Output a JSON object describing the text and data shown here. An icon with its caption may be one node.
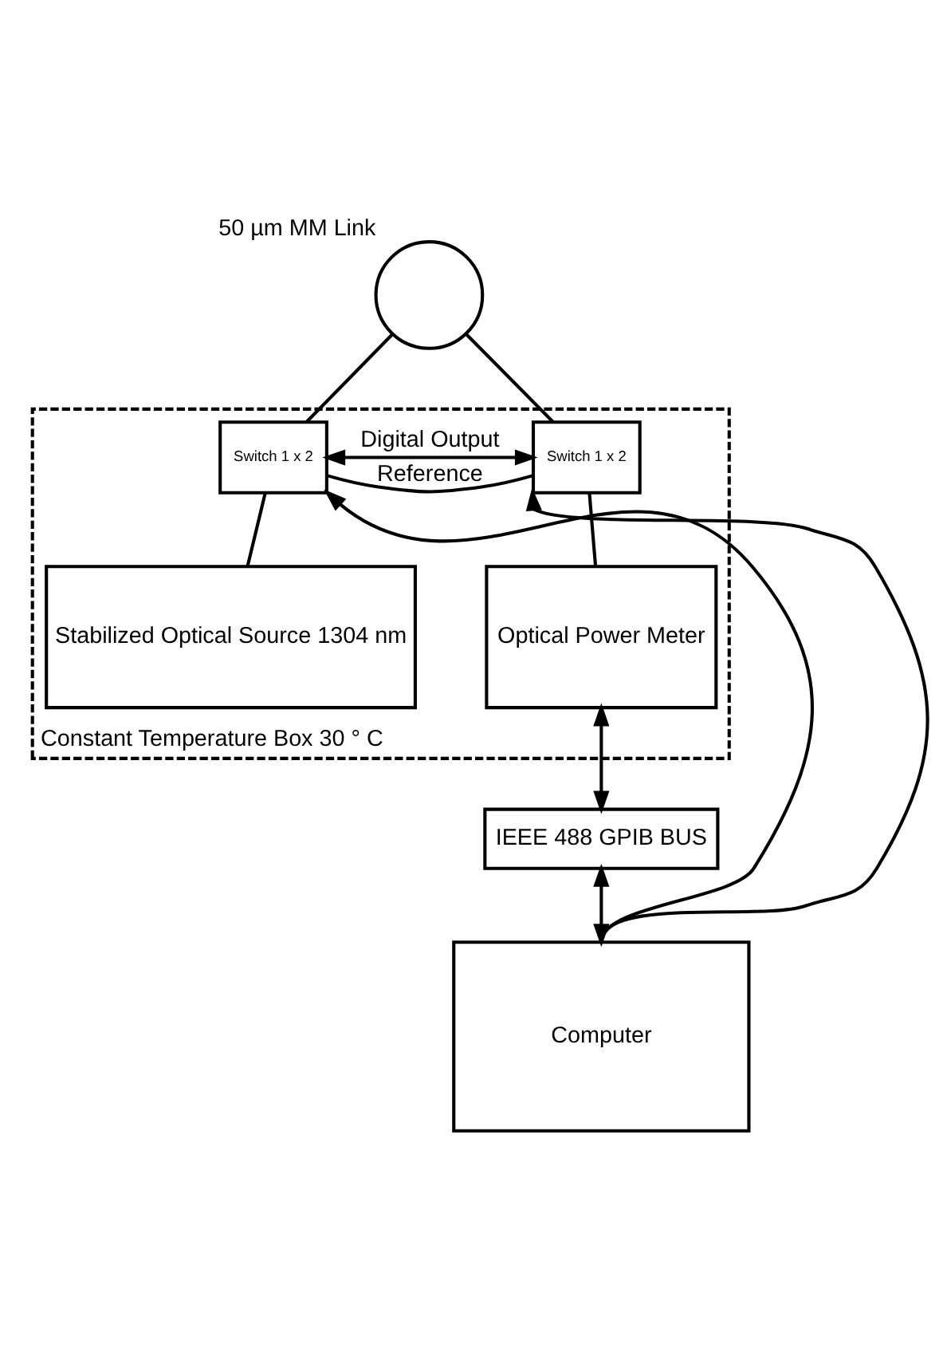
{
  "diagram": {
    "nodes": [
      {
        "text": [],
        "shape": "circle",
        "beside": [
          "50 µm MM Link"
        ]
      },
      {
        "text": [
          "Constant Temperature Box 30 ° C"
        ]
      },
      {
        "text": [
          "Switch 1 x 2"
        ],
        "in": 1
      },
      {
        "text": [
          "Switch 1 x 2"
        ],
        "in": 1
      },
      {
        "text": [
          "Stabilized Optical Source 1304 nm"
        ],
        "in": 1
      },
      {
        "text": [
          "Optical Power Meter"
        ],
        "in": 1
      },
      {
        "text": [
          "IEEE 488 GPIB BUS"
        ]
      },
      {
        "text": [
          "Computer"
        ]
      }
    ],
    "edges": [
      {
        "from": 0,
        "to": 2,
        "arrow": "none"
      },
      {
        "from": 0,
        "to": 3,
        "arrow": "none"
      },
      {
        "from": 2,
        "to": 3,
        "arrow": "none",
        "label": "Reference"
      },
      {
        "from": 2,
        "to": 3,
        "arrow": "both",
        "label": "Digital Output"
      },
      {
        "from": 7,
        "to": 2,
        "arrow": "to"
      },
      {
        "from": 7,
        "to": 3,
        "arrow": "to"
      },
      {
        "from": 2,
        "to": 4,
        "arrow": "none"
      },
      {
        "from": 3,
        "to": 5,
        "arrow": "none"
      },
      {
        "from": 5,
        "to": 6,
        "arrow": "both"
      },
      {
        "from": 6,
        "to": 7,
        "arrow": "both"
      }
    ]
  }
}
